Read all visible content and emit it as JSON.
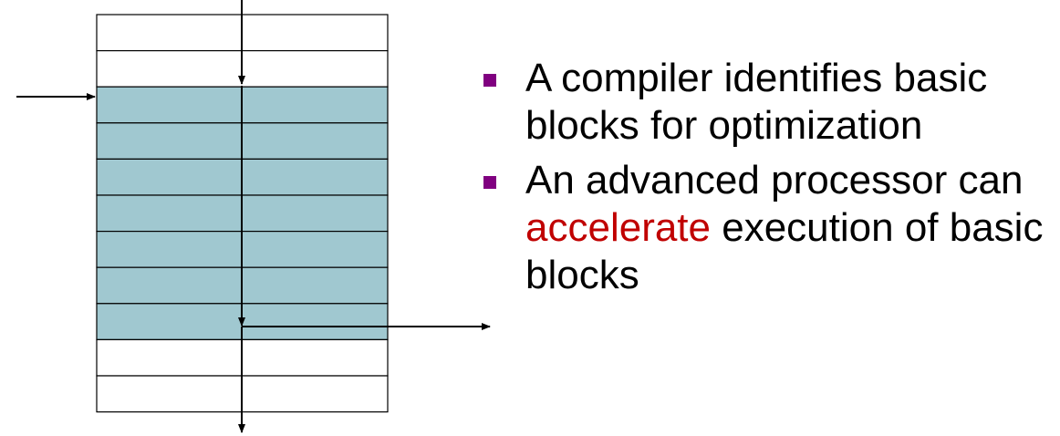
{
  "colors": {
    "block_fill": "#a0c8d0",
    "row_stroke": "#000000",
    "arrow": "#000000",
    "bullet_marker": "#800080",
    "highlight": "#c00000"
  },
  "diagram": {
    "rows": [
      {
        "in_basic_block": false
      },
      {
        "in_basic_block": false
      },
      {
        "in_basic_block": true
      },
      {
        "in_basic_block": true
      },
      {
        "in_basic_block": true
      },
      {
        "in_basic_block": true
      },
      {
        "in_basic_block": true
      },
      {
        "in_basic_block": true
      },
      {
        "in_basic_block": true
      },
      {
        "in_basic_block": false
      },
      {
        "in_basic_block": false
      }
    ]
  },
  "bullets": [
    {
      "parts": [
        {
          "text": "A compiler identifies basic blocks for optimization",
          "highlight": false
        }
      ]
    },
    {
      "parts": [
        {
          "text": "An advanced processor can ",
          "highlight": false
        },
        {
          "text": "accelerate",
          "highlight": true
        },
        {
          "text": " execution of basic blocks",
          "highlight": false
        }
      ]
    }
  ]
}
